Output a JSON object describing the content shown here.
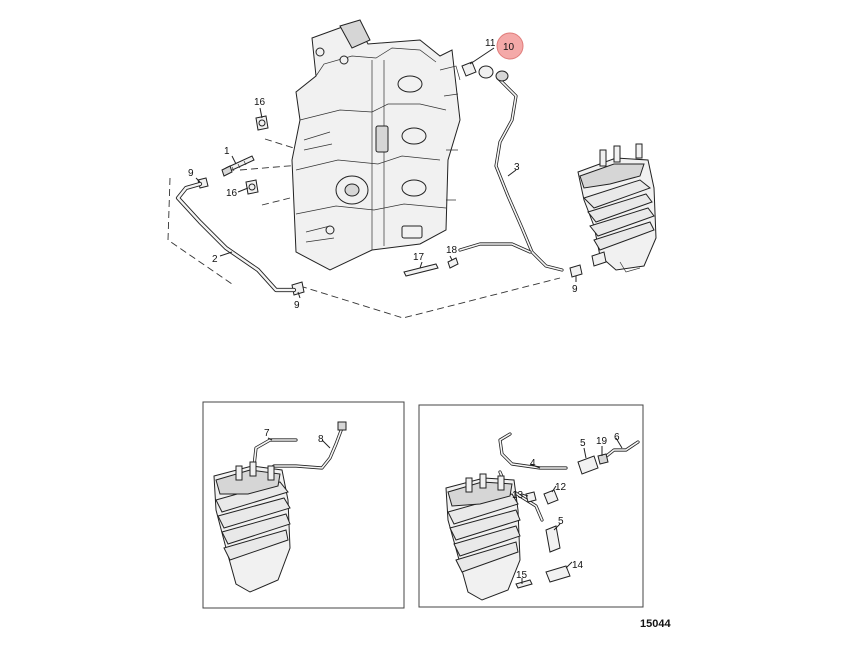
{
  "labels": {
    "p1": "1",
    "p2": "2",
    "p3": "3",
    "p4": "4",
    "p5a": "5",
    "p5b": "5",
    "p6": "6",
    "p7": "7",
    "p8": "8",
    "p9a": "9",
    "p9b": "9",
    "p9c": "9",
    "p10": "10",
    "p11": "11",
    "p12": "12",
    "p13": "13",
    "p14": "14",
    "p15": "15",
    "p16a": "16",
    "p16b": "16",
    "p17": "17",
    "p18": "18",
    "p19": "19"
  },
  "figure_number": "15044",
  "colors": {
    "highlight": "#f4a9a8",
    "line": "#222222"
  }
}
